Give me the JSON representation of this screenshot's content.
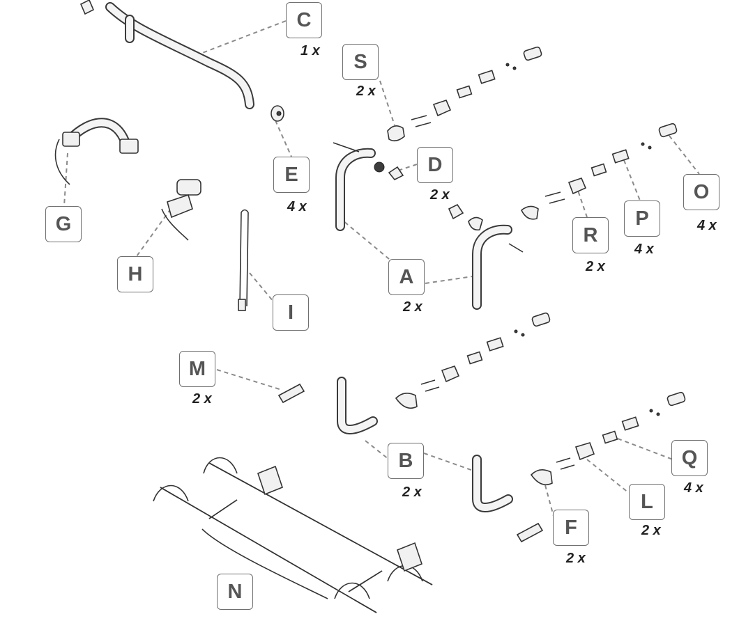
{
  "labels": [
    {
      "id": "C",
      "qty": "1 x"
    },
    {
      "id": "S",
      "qty": "2 x"
    },
    {
      "id": "E",
      "qty": "4 x"
    },
    {
      "id": "D",
      "qty": "2 x"
    },
    {
      "id": "G",
      "qty": ""
    },
    {
      "id": "H",
      "qty": ""
    },
    {
      "id": "O",
      "qty": "4 x"
    },
    {
      "id": "P",
      "qty": "4 x"
    },
    {
      "id": "R",
      "qty": "2 x"
    },
    {
      "id": "A",
      "qty": "2 x"
    },
    {
      "id": "I",
      "qty": ""
    },
    {
      "id": "M",
      "qty": "2 x"
    },
    {
      "id": "B",
      "qty": "2 x"
    },
    {
      "id": "Q",
      "qty": "4 x"
    },
    {
      "id": "L",
      "qty": "2 x"
    },
    {
      "id": "F",
      "qty": "2 x"
    },
    {
      "id": "N",
      "qty": ""
    }
  ],
  "colors": {
    "label_border": "#6f6f6f",
    "label_text": "#555555",
    "leader_line": "#8a8a8a",
    "part_stroke": "#333333"
  }
}
